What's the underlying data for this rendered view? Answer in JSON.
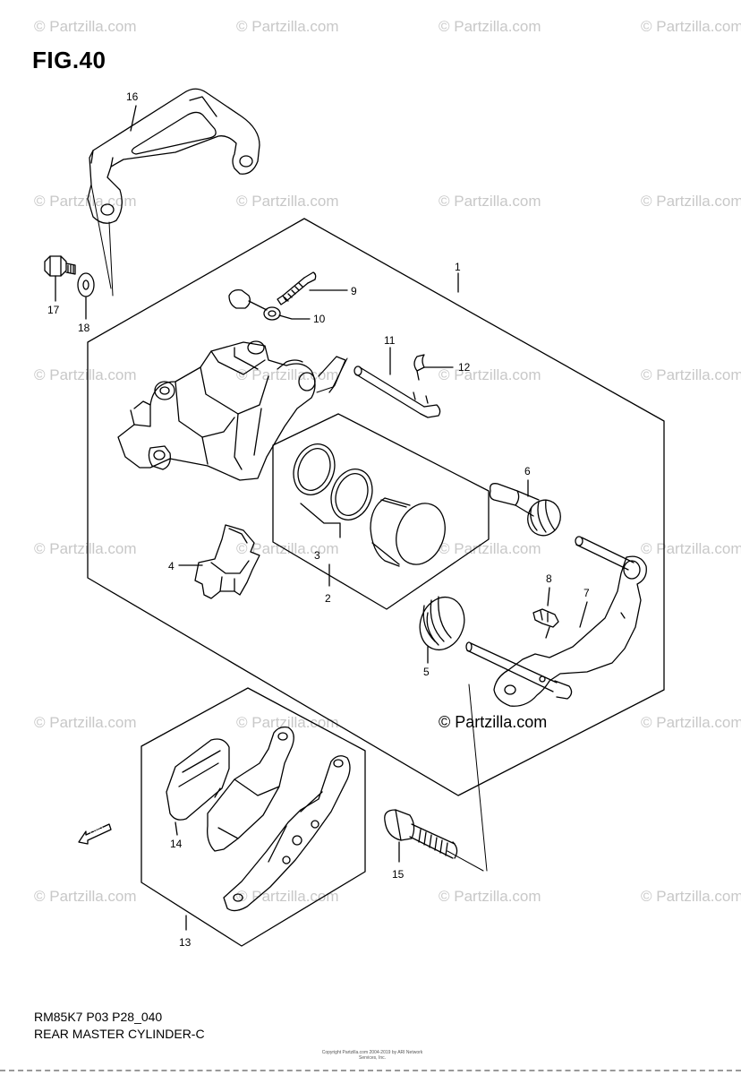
{
  "figure": {
    "title": "FIG.40",
    "code": "RM85K7 P03 P28_040",
    "name": "REAR MASTER CYLINDER-C",
    "copyright": "Copyright Partzilla.com 2004-2019 by ARI Network Services, Inc.",
    "watermark": "© Partzilla.com",
    "main_watermark": "© Partzilla.com",
    "fwd_label": "FWD"
  },
  "callouts": [
    {
      "id": "c1",
      "label": "1"
    },
    {
      "id": "c2",
      "label": "2"
    },
    {
      "id": "c3",
      "label": "3"
    },
    {
      "id": "c4",
      "label": "4"
    },
    {
      "id": "c5",
      "label": "5"
    },
    {
      "id": "c6",
      "label": "6"
    },
    {
      "id": "c7",
      "label": "7"
    },
    {
      "id": "c8",
      "label": "8"
    },
    {
      "id": "c9",
      "label": "9"
    },
    {
      "id": "c10",
      "label": "10"
    },
    {
      "id": "c11",
      "label": "11"
    },
    {
      "id": "c12",
      "label": "12"
    },
    {
      "id": "c13",
      "label": "13"
    },
    {
      "id": "c14",
      "label": "14"
    },
    {
      "id": "c15",
      "label": "15"
    },
    {
      "id": "c16",
      "label": "16"
    },
    {
      "id": "c17",
      "label": "17"
    },
    {
      "id": "c18",
      "label": "18"
    }
  ],
  "colors": {
    "line": "#000000",
    "watermark": "#c8c8c8"
  }
}
